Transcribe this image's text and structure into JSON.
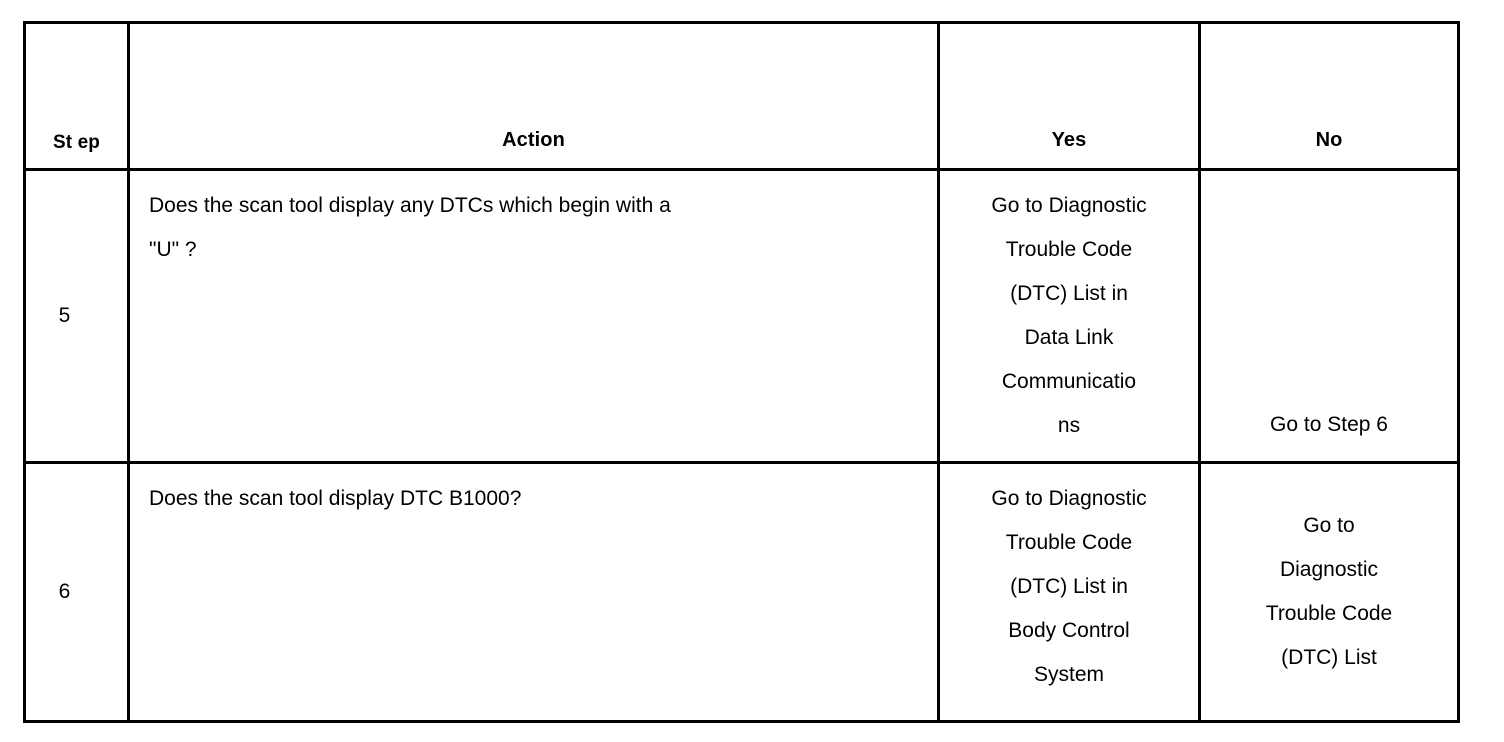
{
  "table": {
    "headers": {
      "step": "St\nep",
      "step_plain": "Step",
      "action": "Action",
      "yes": "Yes",
      "no": "No"
    },
    "rows": [
      {
        "step": "5",
        "action": "Does the scan tool display any DTCs which begin with a\n\"U\" ?",
        "yes": "Go to Diagnostic\nTrouble Code\n(DTC) List in\nData Link\nCommunicatio\nns",
        "no": "Go to Step 6"
      },
      {
        "step": "6",
        "action": "Does the scan tool display DTC B1000?",
        "yes": "Go to Diagnostic\nTrouble Code\n(DTC) List in\nBody Control\nSystem",
        "no": "Go to\nDiagnostic\nTrouble Code\n(DTC) List"
      }
    ]
  },
  "colors": {
    "background": "#ffffff",
    "text": "#000000",
    "border": "#000000"
  }
}
